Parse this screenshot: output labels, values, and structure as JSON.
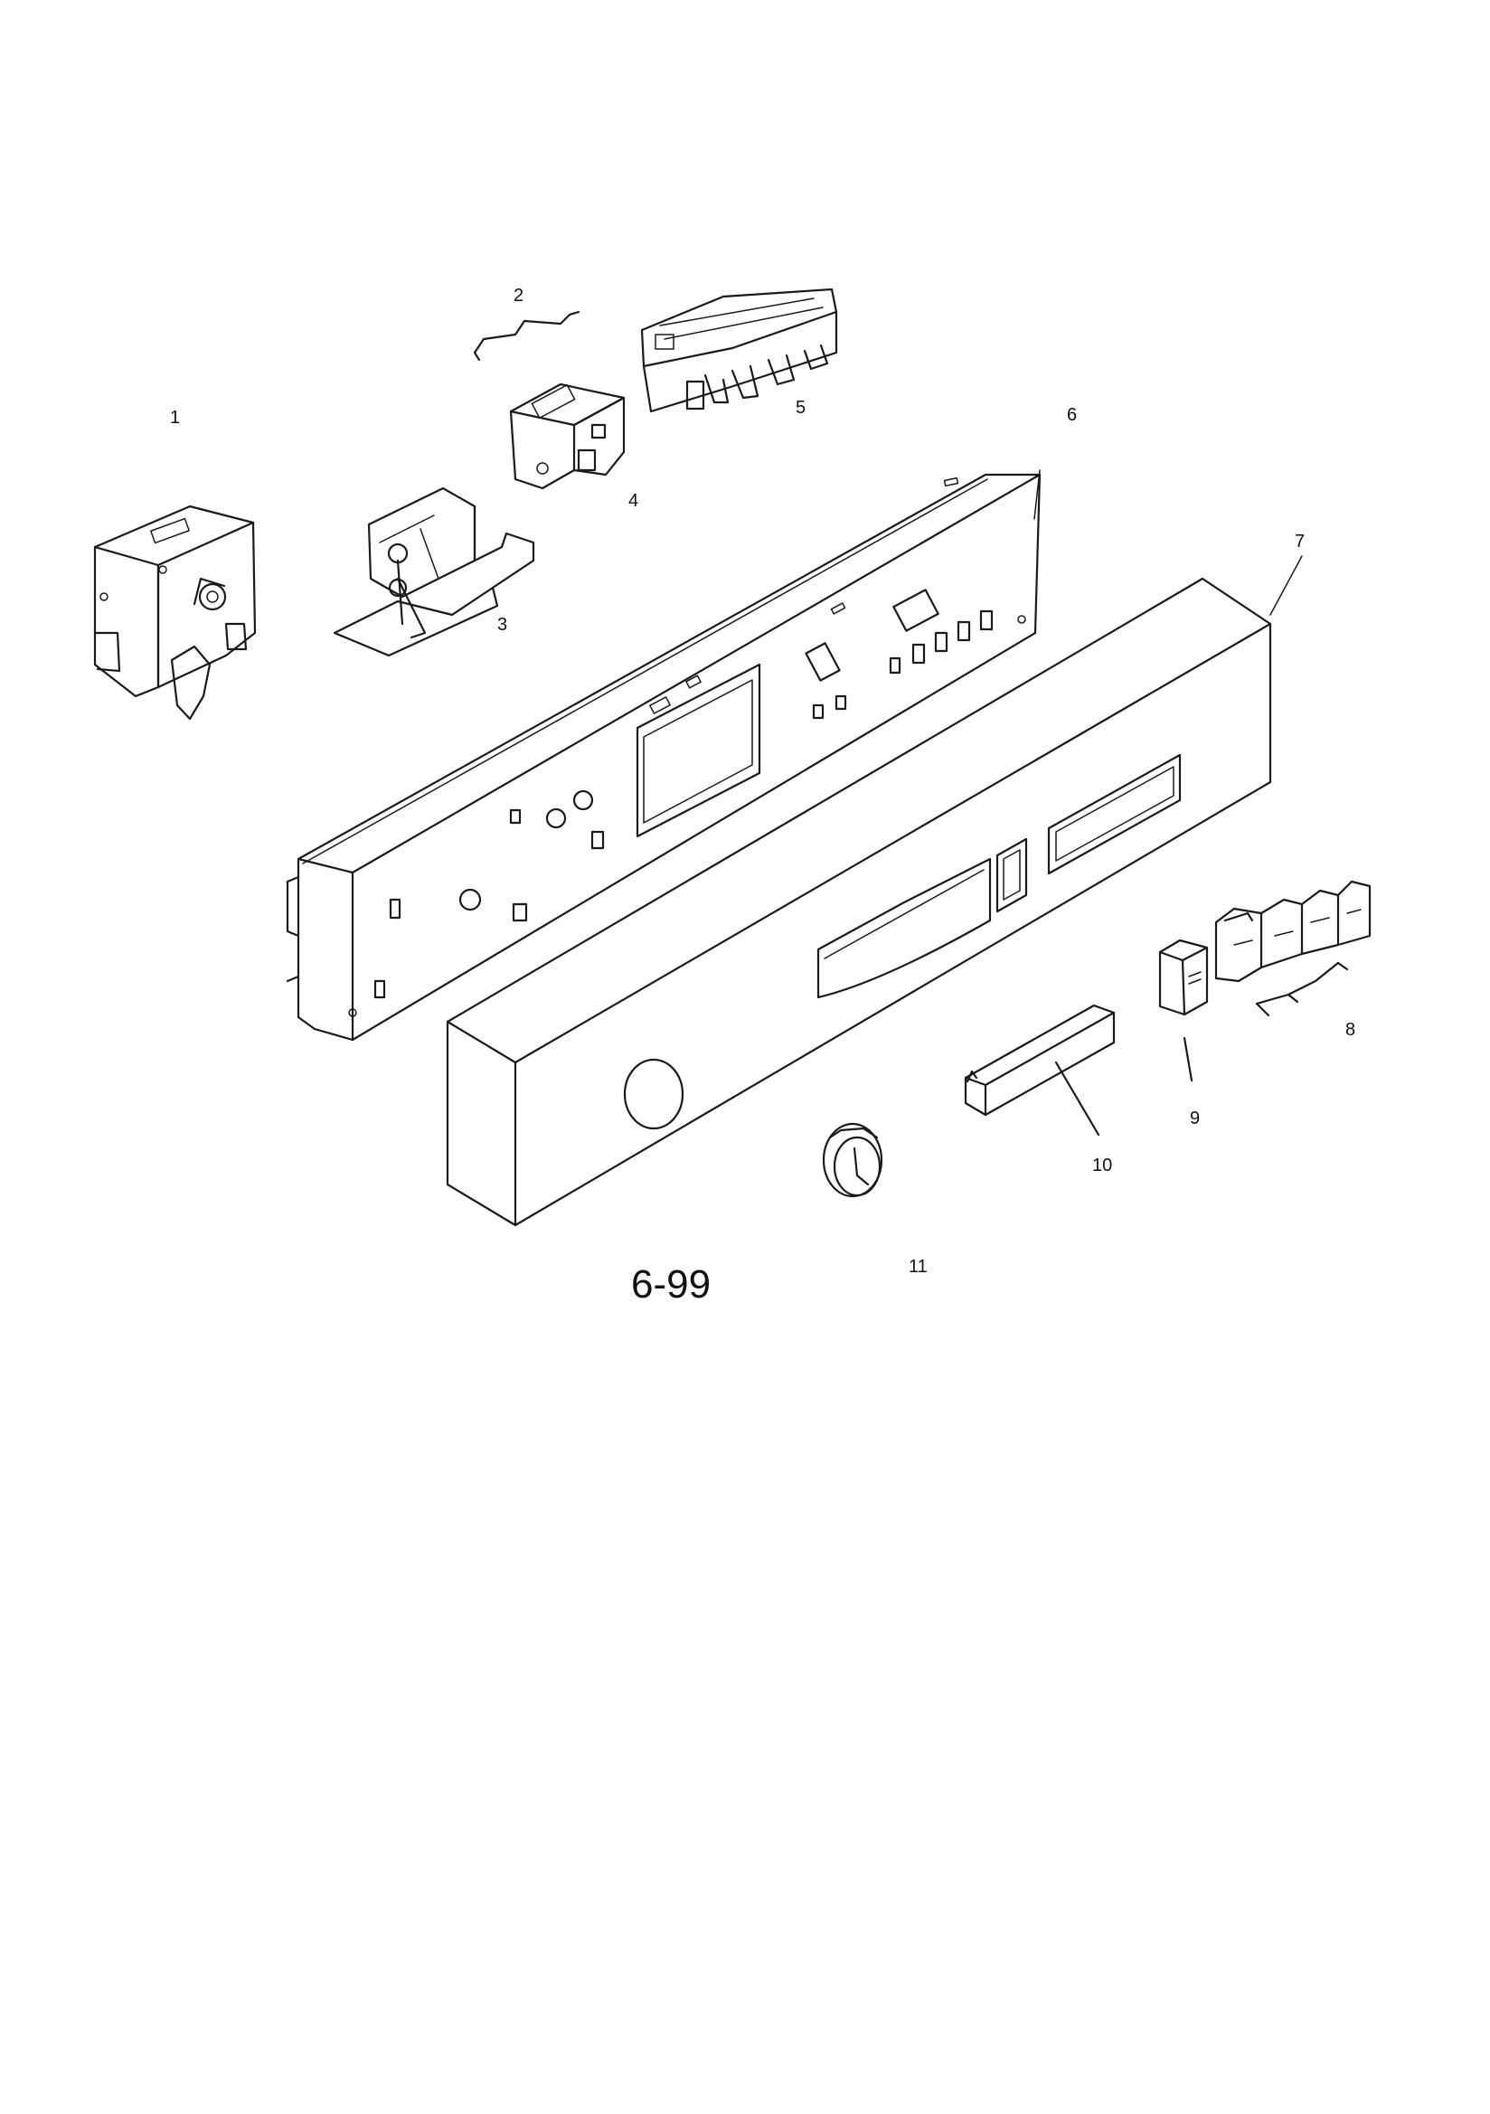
{
  "callouts": [
    {
      "id": "1",
      "text": "1"
    },
    {
      "id": "2",
      "text": "2"
    },
    {
      "id": "3",
      "text": "3"
    },
    {
      "id": "4",
      "text": "4"
    },
    {
      "id": "5",
      "text": "5"
    },
    {
      "id": "6",
      "text": "6"
    },
    {
      "id": "7",
      "text": "7"
    },
    {
      "id": "8",
      "text": "8"
    },
    {
      "id": "9",
      "text": "9"
    },
    {
      "id": "10",
      "text": "10"
    },
    {
      "id": "11",
      "text": "11"
    }
  ],
  "page_label": "6-99"
}
